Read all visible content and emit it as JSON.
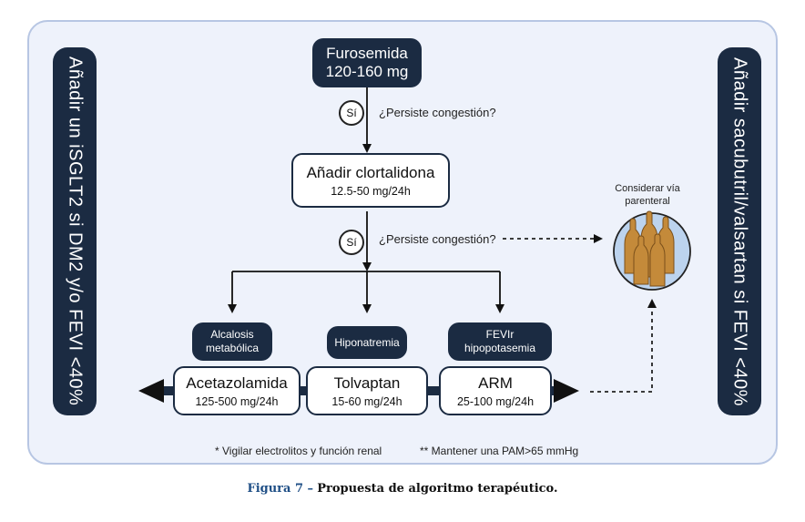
{
  "diagram": {
    "side_left": "Añadir un iSGLT2 si DM2 y/o FEVI <40%",
    "side_right": "Añadir sacubutril/valsartan si FEVI <40%",
    "furosemida": {
      "name": "Furosemida",
      "dose": "120-160 mg"
    },
    "step1": {
      "yes": "Sí",
      "question": "¿Persiste congestión?"
    },
    "clortalidona": {
      "name": "Añadir clortalidona",
      "dose": "12.5-50 mg/24h"
    },
    "step2": {
      "yes": "Sí",
      "question": "¿Persiste congestión?"
    },
    "parenteral": {
      "line1": "Considerar vía",
      "line2": "parenteral"
    },
    "conditions": [
      {
        "line1": "Alcalosis",
        "line2": "metabólica"
      },
      {
        "line1": "Hiponatremia",
        "line2": ""
      },
      {
        "line1": "FEVIr",
        "line2": "hipopotasemia"
      }
    ],
    "drugs": [
      {
        "name": "Acetazolamida",
        "dose": "125-500 mg/24h"
      },
      {
        "name": "Tolvaptan",
        "dose": "15-60 mg/24h"
      },
      {
        "name": "ARM",
        "dose": "25-100 mg/24h"
      }
    ],
    "note1": "* Vigilar electrolitos y función renal",
    "note2": "** Mantener una PAM>65 mmHg"
  },
  "caption": {
    "number": "Figura 7 –",
    "text": "Propuesta de algoritmo terapéutico."
  },
  "colors": {
    "dark": "#1b2b42",
    "panel": "#eef2fb",
    "border": "#b7c6e3",
    "caption_accent": "#1f4f86"
  }
}
